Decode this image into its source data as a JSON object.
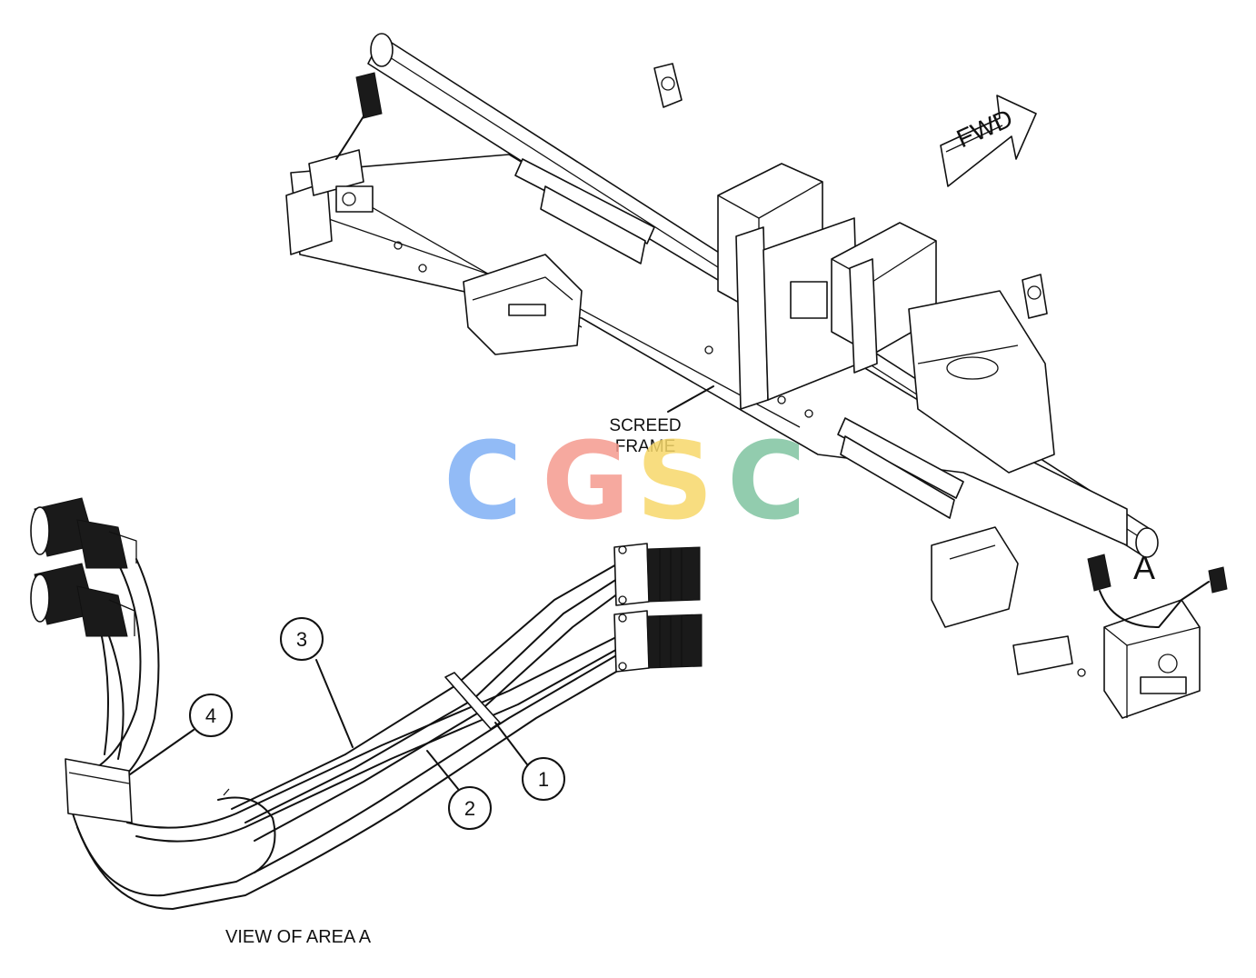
{
  "labels": {
    "screed_frame_line1": "SCREED",
    "screed_frame_line2": "FRAME",
    "fwd": "FWD",
    "area": "A",
    "view_caption": "VIEW OF AREA A"
  },
  "callouts": [
    {
      "id": "1",
      "text": "1"
    },
    {
      "id": "2",
      "text": "2"
    },
    {
      "id": "3",
      "text": "3"
    },
    {
      "id": "4",
      "text": "4"
    }
  ],
  "watermark": {
    "letters": [
      {
        "char": "C",
        "color": "#7fb0f5"
      },
      {
        "char": "G",
        "color": "#f59b8f"
      },
      {
        "char": "S",
        "color": "#f7d86a"
      },
      {
        "char": "C",
        "color": "#7fc4a0"
      }
    ]
  },
  "colors": {
    "line": "#111111",
    "background": "#ffffff"
  }
}
